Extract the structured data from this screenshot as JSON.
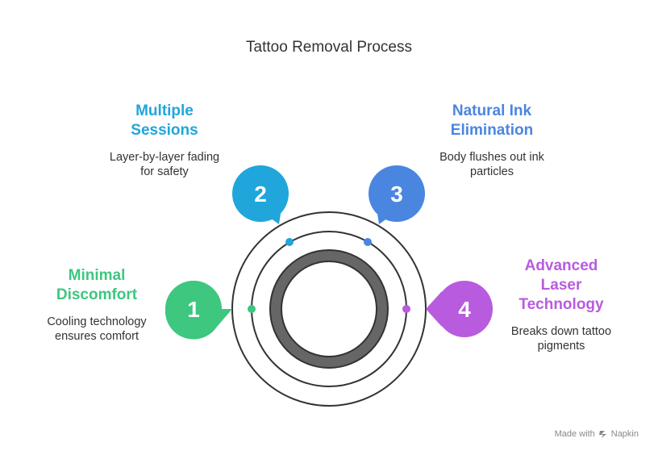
{
  "title": "Tattoo Removal Process",
  "steps": [
    {
      "number": "1",
      "title": "Minimal\nDiscomfort",
      "description": "Cooling technology\nensures comfort",
      "color": "#3dc77f"
    },
    {
      "number": "2",
      "title": "Multiple\nSessions",
      "description": "Layer-by-layer fading\nfor safety",
      "color": "#20a6db"
    },
    {
      "number": "3",
      "title": "Natural Ink\nElimination",
      "description": "Body flushes out ink\nparticles",
      "color": "#4a86e0"
    },
    {
      "number": "4",
      "title": "Advanced\nLaser\nTechnology",
      "description": "Breaks down tattoo\npigments",
      "color": "#b85bdf"
    }
  ],
  "footer": {
    "made_with": "Made with",
    "brand": "Napkin"
  }
}
